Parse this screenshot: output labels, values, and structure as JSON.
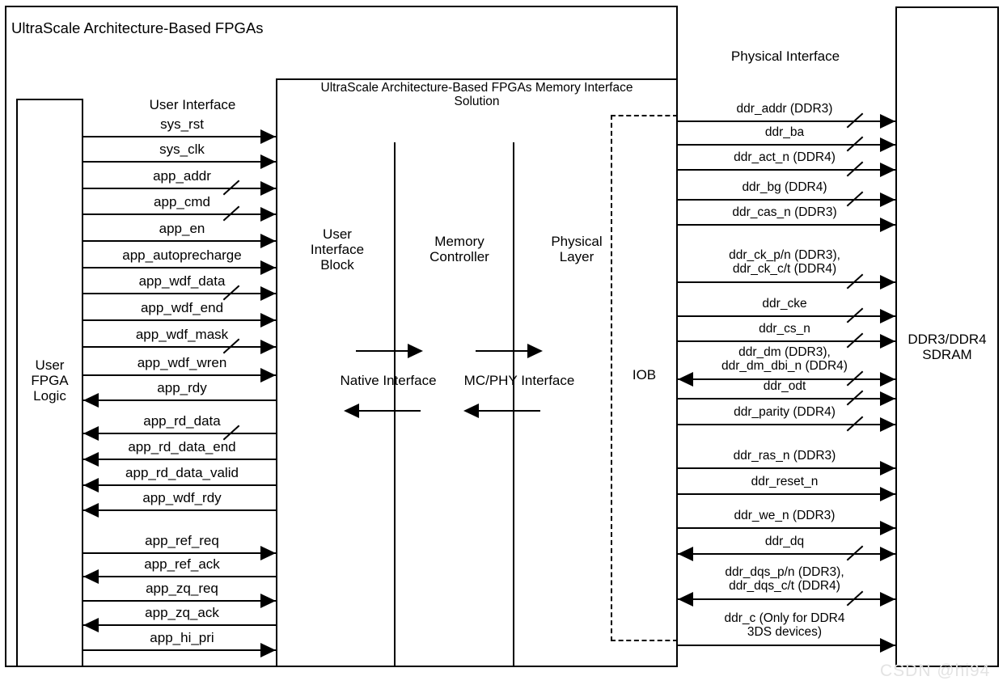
{
  "diagram": {
    "outer_block_title": "UltraScale Architecture-Based FPGAs",
    "user_logic_block": "User\nFPGA\nLogic",
    "solution_block_title": "UltraScale Architecture-Based FPGAs Memory Interface\nSolution",
    "sdram_block": "DDR3/DDR4\nSDRAM",
    "iob_label": "IOB",
    "watermark": "CSDN @hi94",
    "column_headers": {
      "user_interface": "User Interface",
      "physical_interface": "Physical Interface"
    },
    "inner_blocks": [
      {
        "label": "User\nInterface\nBlock"
      },
      {
        "label": "Memory\nController"
      },
      {
        "label": "Physical\nLayer"
      }
    ],
    "inner_interfaces": [
      {
        "label": "Native Interface"
      },
      {
        "label": "MC/PHY Interface"
      }
    ],
    "user_signals": [
      {
        "name": "sys_rst",
        "dir": "right",
        "bus": false
      },
      {
        "name": "sys_clk",
        "dir": "right",
        "bus": false
      },
      {
        "name": "app_addr",
        "dir": "right",
        "bus": true
      },
      {
        "name": "app_cmd",
        "dir": "right",
        "bus": true
      },
      {
        "name": "app_en",
        "dir": "right",
        "bus": false
      },
      {
        "name": "app_autoprecharge",
        "dir": "right",
        "bus": false
      },
      {
        "name": "app_wdf_data",
        "dir": "right",
        "bus": true
      },
      {
        "name": "app_wdf_end",
        "dir": "right",
        "bus": false
      },
      {
        "name": "app_wdf_mask",
        "dir": "right",
        "bus": true
      },
      {
        "name": "app_wdf_wren",
        "dir": "right",
        "bus": false
      },
      {
        "name": "app_rdy",
        "dir": "left",
        "bus": false
      },
      {
        "name": "app_rd_data",
        "dir": "left",
        "bus": true
      },
      {
        "name": "app_rd_data_end",
        "dir": "left",
        "bus": false
      },
      {
        "name": "app_rd_data_valid",
        "dir": "left",
        "bus": false
      },
      {
        "name": "app_wdf_rdy",
        "dir": "left",
        "bus": false
      },
      {
        "name": "app_ref_req",
        "dir": "right",
        "bus": false
      },
      {
        "name": "app_ref_ack",
        "dir": "left",
        "bus": false
      },
      {
        "name": "app_zq_req",
        "dir": "right",
        "bus": false
      },
      {
        "name": "app_zq_ack",
        "dir": "left",
        "bus": false
      },
      {
        "name": "app_hi_pri",
        "dir": "right",
        "bus": false
      }
    ],
    "ddr_signals": [
      {
        "name": "ddr_addr (DDR3)",
        "dir": "right",
        "bus": true
      },
      {
        "name": "ddr_ba",
        "dir": "right",
        "bus": true
      },
      {
        "name": "ddr_act_n (DDR4)",
        "dir": "right",
        "bus": true
      },
      {
        "name": "ddr_bg (DDR4)",
        "dir": "right",
        "bus": true
      },
      {
        "name": "ddr_cas_n (DDR3)",
        "dir": "right",
        "bus": false
      },
      {
        "name": "ddr_ck_p/n (DDR3),\nddr_ck_c/t (DDR4)",
        "dir": "right",
        "bus": true
      },
      {
        "name": "ddr_cke",
        "dir": "right",
        "bus": true
      },
      {
        "name": "ddr_cs_n",
        "dir": "right",
        "bus": true
      },
      {
        "name": "ddr_dm (DDR3),\nddr_dm_dbi_n (DDR4)",
        "dir": "both",
        "bus": true
      },
      {
        "name": "ddr_odt",
        "dir": "right",
        "bus": true
      },
      {
        "name": "ddr_parity (DDR4)",
        "dir": "right",
        "bus": true
      },
      {
        "name": "ddr_ras_n (DDR3)",
        "dir": "right",
        "bus": false
      },
      {
        "name": "ddr_reset_n",
        "dir": "right",
        "bus": false
      },
      {
        "name": "ddr_we_n (DDR3)",
        "dir": "right",
        "bus": false
      },
      {
        "name": "ddr_dq",
        "dir": "both",
        "bus": true
      },
      {
        "name": "ddr_dqs_p/n (DDR3),\nddr_dqs_c/t (DDR4)",
        "dir": "both",
        "bus": true
      },
      {
        "name": "ddr_c (Only for DDR4\n3DS devices)",
        "dir": "right",
        "bus": false
      }
    ]
  }
}
